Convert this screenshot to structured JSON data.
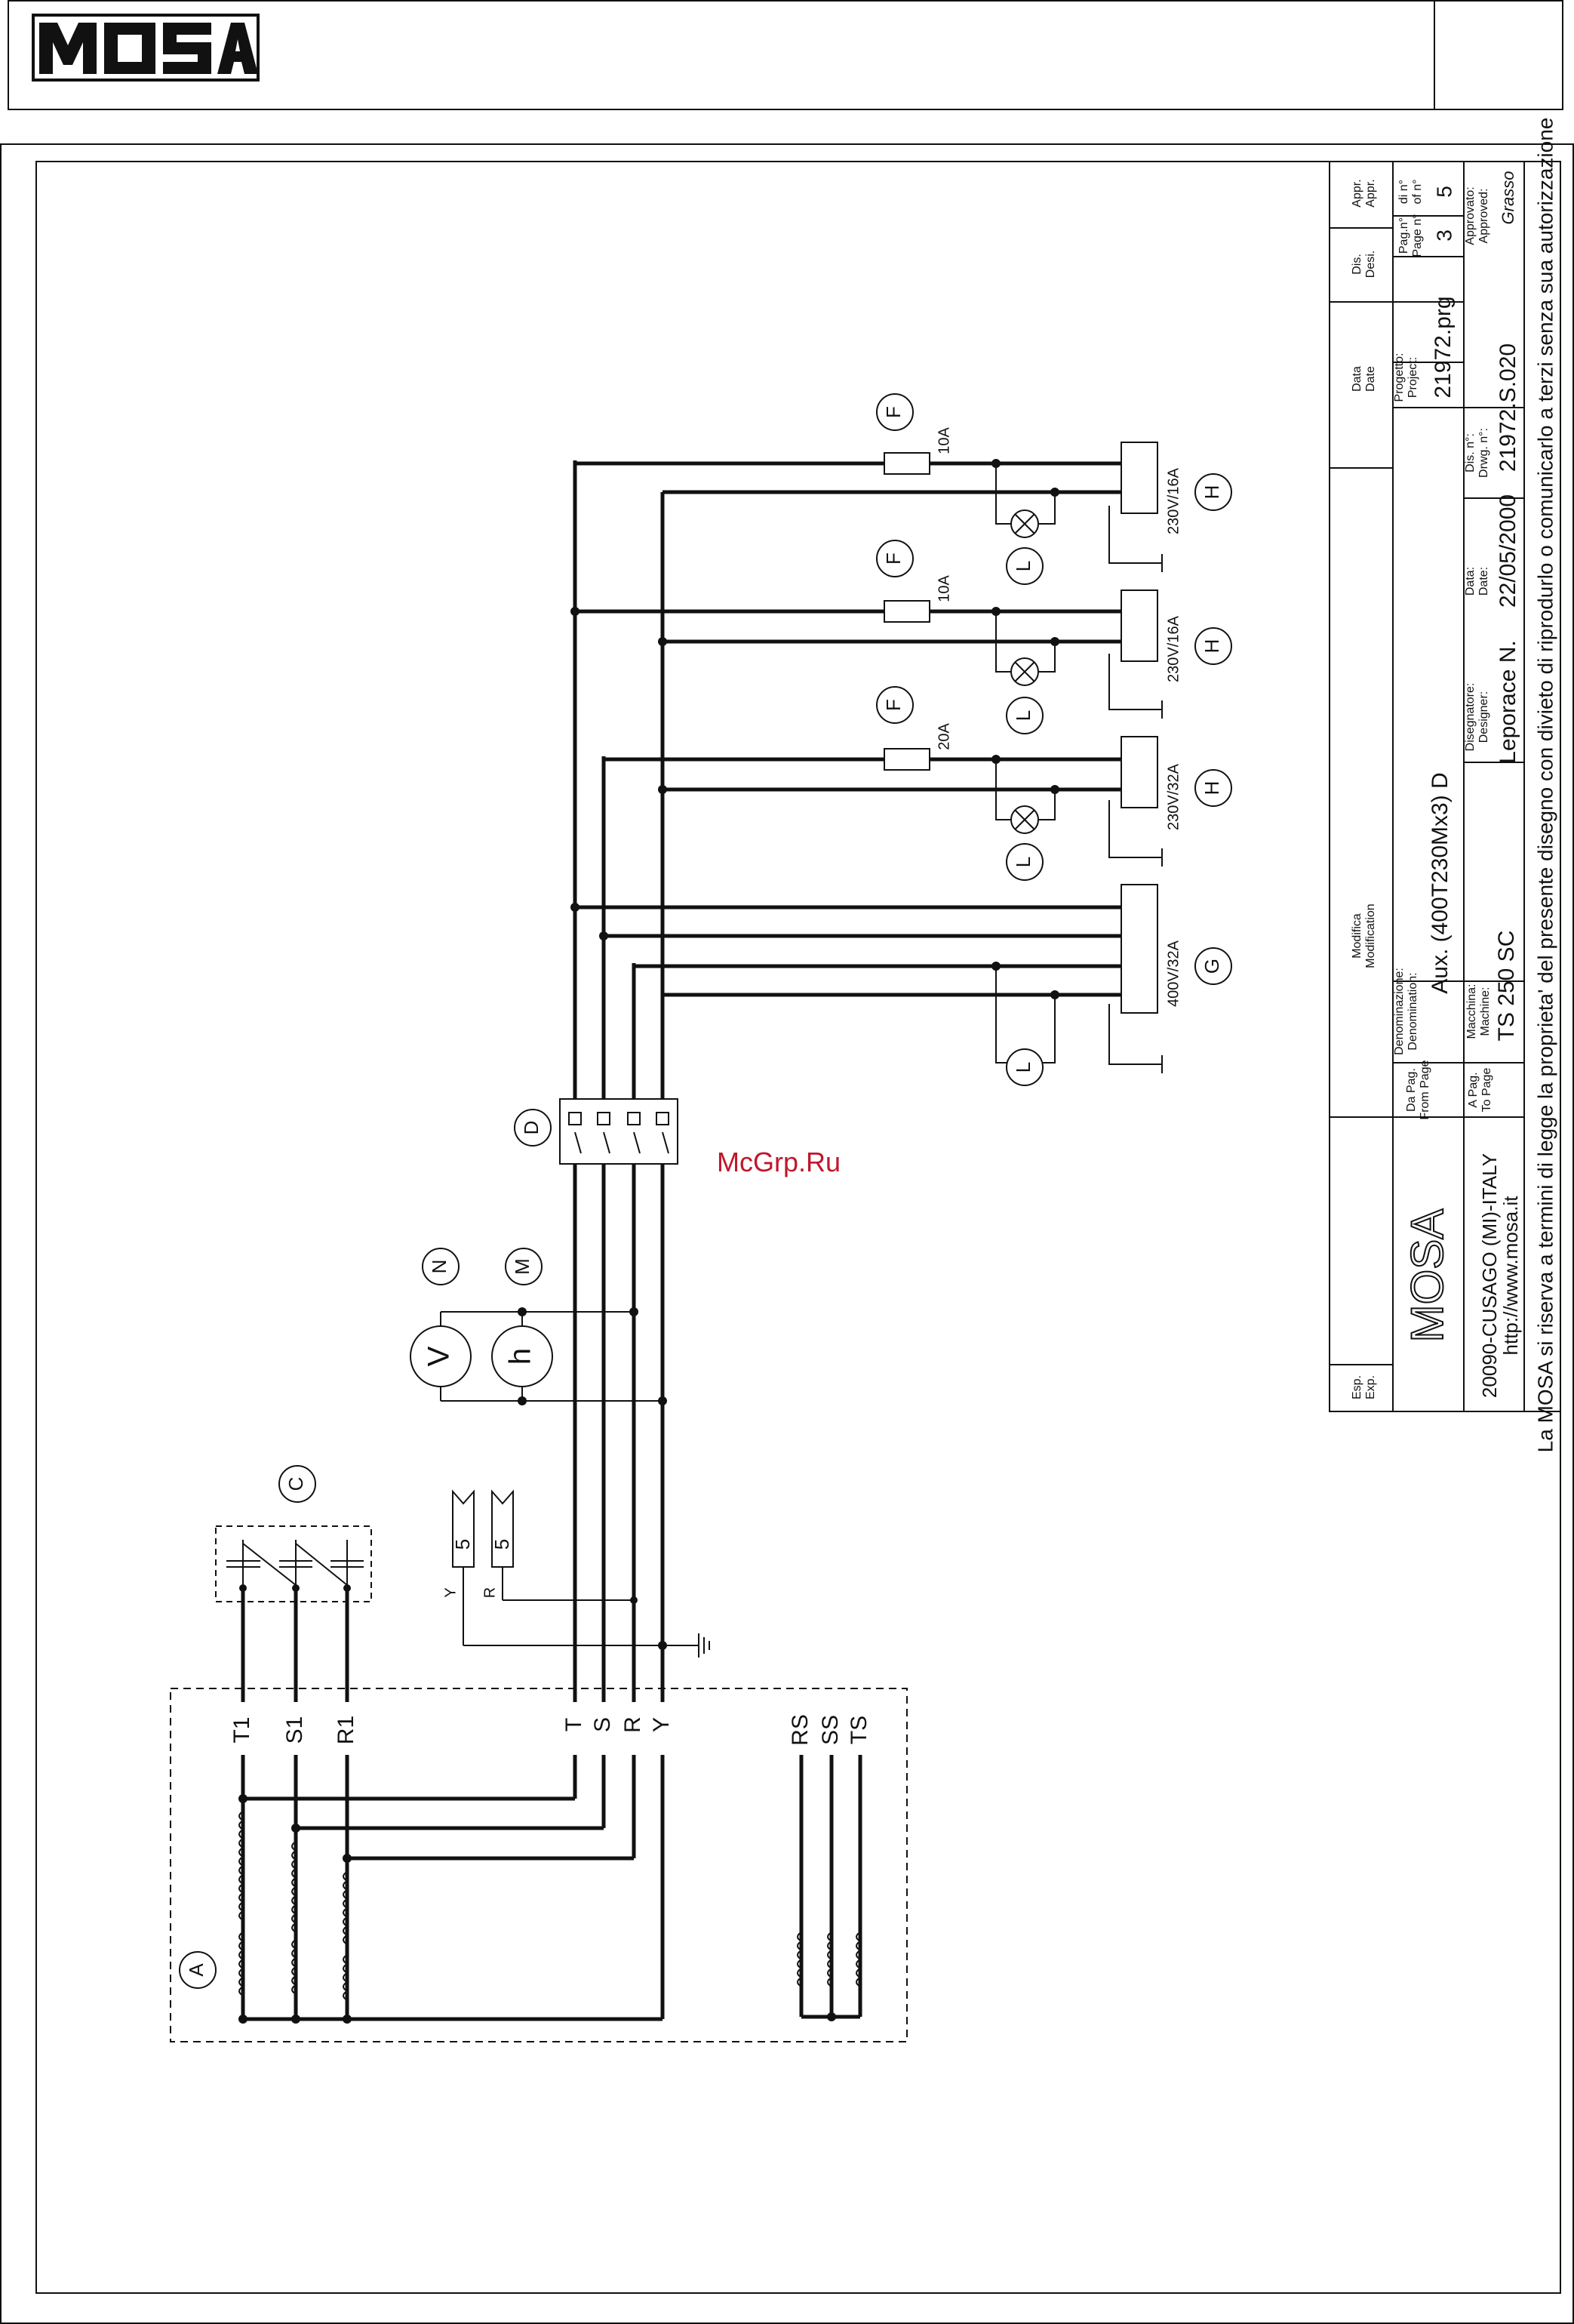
{
  "header": {
    "logo": "MOSA"
  },
  "watermark": "McGrp.Ru",
  "components": {
    "A": "A",
    "C": "C",
    "D": "D",
    "F": "F",
    "G": "G",
    "H": "H",
    "L": "L",
    "M": "M",
    "N": "N",
    "V": "V",
    "h": "h"
  },
  "terminals": {
    "left": [
      "T1",
      "S1",
      "R1"
    ],
    "main": [
      "T",
      "S",
      "R",
      "Y"
    ],
    "aux": [
      "RS",
      "SS",
      "TS"
    ]
  },
  "page_refs": {
    "y_label": "Y",
    "r_label": "R",
    "y_page": "5",
    "r_page": "5"
  },
  "fuses": [
    "20A",
    "10A",
    "10A"
  ],
  "sockets": [
    "400V/32A",
    "230V/32A",
    "230V/16A",
    "230V/16A"
  ],
  "title_block": {
    "esp": "Esp.\nExp.",
    "modifica": "Modifica\nModification",
    "data": "Data\nDate",
    "dis": "Dis.\nDesi.",
    "appr": "Appr.\nAppr.",
    "company": "MOSA",
    "address": "20090-CUSAGO (MI)-ITALY",
    "website": "http://www.mosa.it",
    "da_pag": "Da Pag.\nFrom Page",
    "a_pag": "A Pag.\nTo Page",
    "denominazione_label": "Denominazione:\nDenomination:",
    "denominazione": "Aux. (400T230Mx3) D",
    "macchina_label": "Macchina:\nMachine:",
    "macchina": "TS 250 SC",
    "progetto_label": "Progetto:\nProject:",
    "progetto": "21972.prg",
    "pag_label": "Pag.n°\nPage n°",
    "pag": "3",
    "di_label": "di n°\nof n°",
    "di": "5",
    "designer_label": "Disegnatore:\nDesigner:",
    "designer": "Leporace N.",
    "date_label": "Data:\nDate:",
    "date": "22/05/2000",
    "dis_label": "Dis. n°:\nDrwg. n°:",
    "dis_n": "21972.S.020",
    "approvato_label": "Approvato:\nApproved:",
    "approvato": "Grasso",
    "copyright": "La MOSA si riserva a termini di legge la proprieta' del presente disegno con divieto di riprodurlo o comunicarlo a terzi senza sua autorizzazione"
  }
}
